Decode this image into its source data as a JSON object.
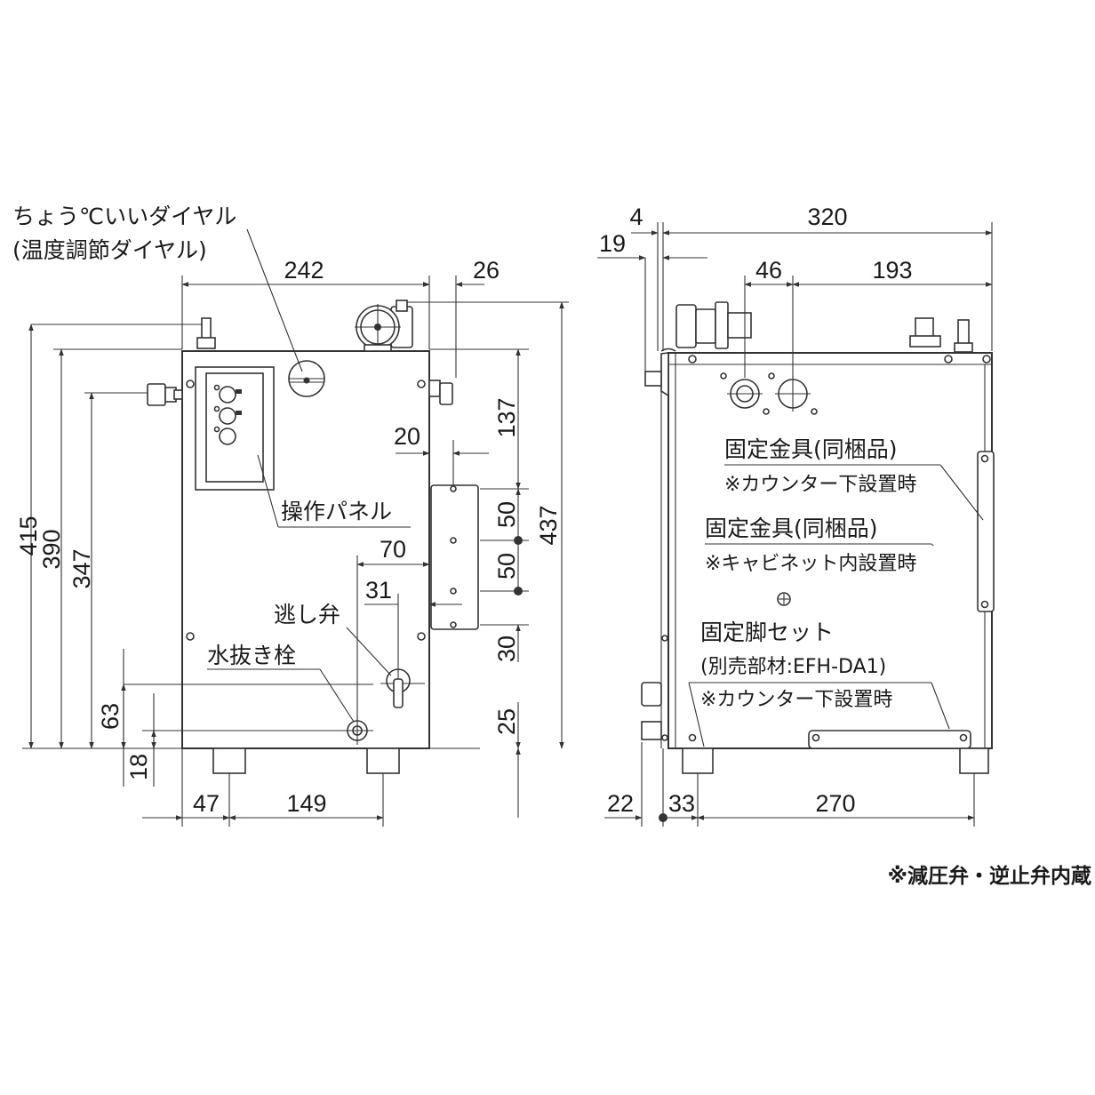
{
  "front_view": {
    "labels": {
      "dial_line1": "ちょう℃いいダイヤル",
      "dial_line2": "(温度調節ダイヤル)",
      "panel": "操作パネル",
      "relief_valve": "逃し弁",
      "drain_plug": "水抜き栓"
    },
    "dims": {
      "width_242": "242",
      "offset_26": "26",
      "h_415": "415",
      "h_390": "390",
      "h_347": "347",
      "h_63": "63",
      "h_18": "18",
      "v_137": "137",
      "v_50a": "50",
      "v_50b": "50",
      "v_30": "30",
      "v_25": "25",
      "v_437": "437",
      "h_20": "20",
      "h_70": "70",
      "h_31": "31",
      "b_47": "47",
      "b_149": "149"
    }
  },
  "side_view": {
    "labels": {
      "bracket1_title": "固定金具(同梱品)",
      "bracket1_note": "※カウンター下設置時",
      "bracket2_title": "固定金具(同梱品)",
      "bracket2_note": "※キャビネット内設置時",
      "legset_title": "固定脚セット",
      "legset_part": "(別売部材:EFH-DA1)",
      "legset_note": "※カウンター下設置時"
    },
    "dims": {
      "d_4": "4",
      "d_320": "320",
      "d_19": "19",
      "d_46": "46",
      "d_193": "193",
      "d_22": "22",
      "d_33": "33",
      "d_270": "270"
    }
  },
  "footnote": "※減圧弁・逆止弁内蔵"
}
